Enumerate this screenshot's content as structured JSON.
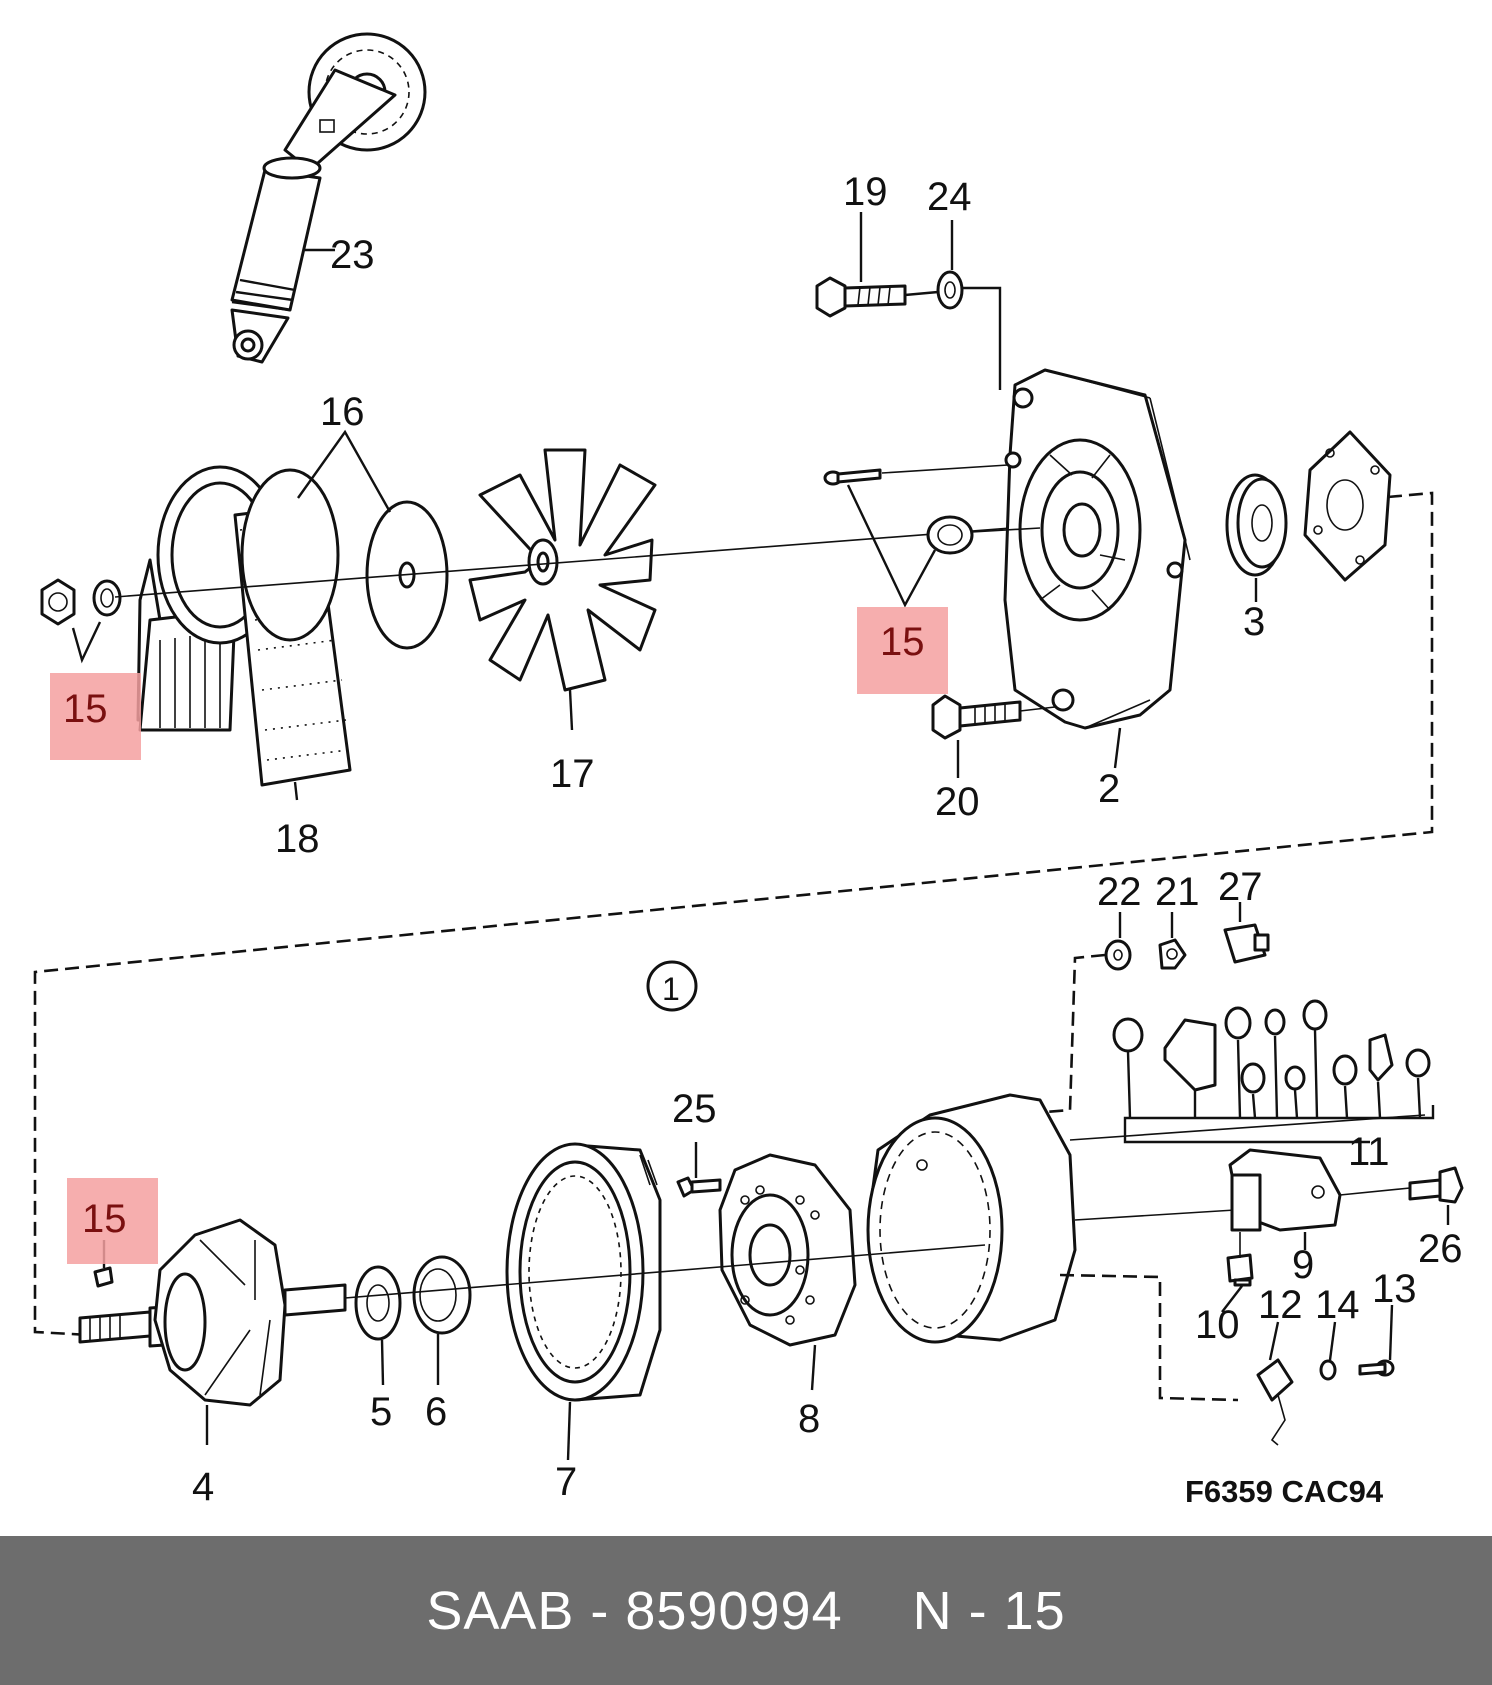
{
  "diagram": {
    "callouts": {
      "c1": "1",
      "c2": "2",
      "c3": "3",
      "c4": "4",
      "c5": "5",
      "c6": "6",
      "c7": "7",
      "c8": "8",
      "c9": "9",
      "c10": "10",
      "c11": "11",
      "c12": "12",
      "c13": "13",
      "c14": "14",
      "c16": "16",
      "c17": "17",
      "c18": "18",
      "c19": "19",
      "c20": "20",
      "c21": "21",
      "c22": "22",
      "c23": "23",
      "c24": "24",
      "c25": "25",
      "c26": "26",
      "c27": "27"
    },
    "highlighted_callouts": [
      "15",
      "15",
      "15"
    ],
    "drawing_code": "F6359 CAC94",
    "highlight_color": "#f5a0a0"
  },
  "footer": {
    "part_ref": "SAAB - 8590994",
    "position_ref": "N - 15",
    "background": "#6d6d6d"
  }
}
